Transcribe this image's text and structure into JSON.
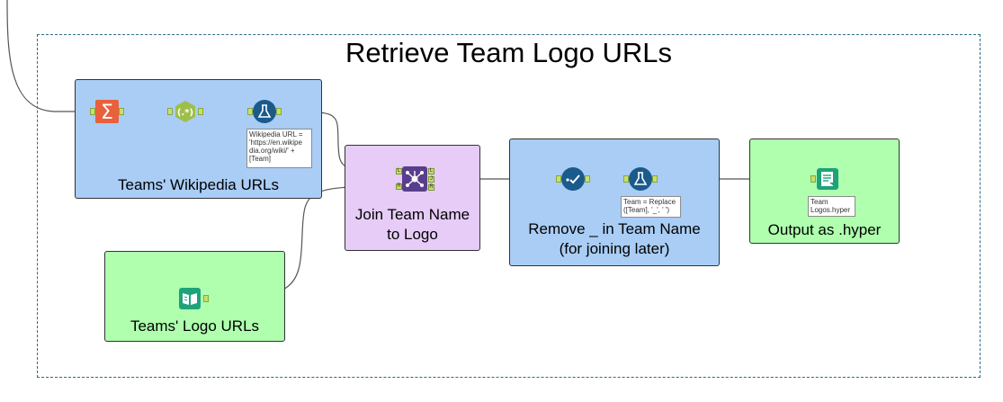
{
  "canvas": {
    "container_title": "Retrieve Team Logo URLs"
  },
  "containers": {
    "wikipedia": {
      "label": "Teams' Wikipedia URLs"
    },
    "join": {
      "label": "Join Team Name\nto Logo"
    },
    "remove": {
      "label": "Remove _ in Team Name\n(for joining later)"
    },
    "output": {
      "label": "Output as .hyper"
    },
    "logo_urls": {
      "label": "Teams' Logo URLs"
    }
  },
  "annotations": {
    "wikipedia_formula": "Wikipedia URL =\n'https://en.wikipe\ndia.org/wiki/' +\n[Team]",
    "replace_formula": "Team = Replace\n([Team], '_', ' ')",
    "output_file": "Team\nLogos.hyper"
  },
  "tools": {
    "summarize": "sigma-icon",
    "regex": "regex-icon",
    "formula_1": "formula-flask-icon",
    "join": "join-icon",
    "data_cleansing": "data-cleansing-icon",
    "formula_2": "formula-flask-icon",
    "output": "output-data-icon",
    "input": "input-book-icon"
  },
  "join_anchor_labels": {
    "left": "L",
    "right": "R",
    "j": "J",
    "l_out": "L",
    "r_out": "R"
  },
  "colors": {
    "container_blue": "#a9cdf5",
    "container_purple": "#e6ccf7",
    "container_green": "#afffaf",
    "summarize_orange": "#e8603c",
    "regex_olive": "#9dbf4a",
    "formula_blue": "#1a5a8c",
    "join_purple": "#5a3e8e",
    "output_teal": "#1ea27a"
  }
}
